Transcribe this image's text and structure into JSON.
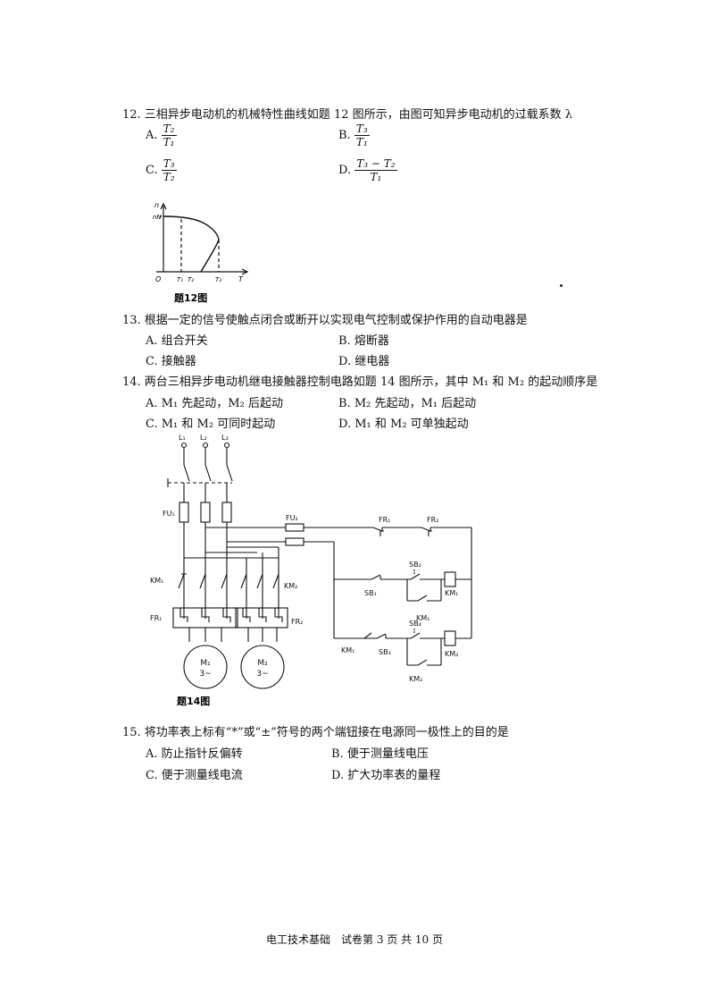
{
  "q12": {
    "stem": "12. 三相异步电动机的机械特性曲线如题 12 图所示，由图可知异步电动机的过载系数 λ",
    "options": [
      {
        "letter": "A.",
        "num": "T₂",
        "den": "T₁"
      },
      {
        "letter": "B.",
        "num": "T₃",
        "den": "T₁"
      },
      {
        "letter": "C.",
        "num": "T₃",
        "den": "T₂"
      },
      {
        "letter": "D.",
        "num": "T₃ − T₂",
        "den": "T₁"
      }
    ],
    "figure": {
      "caption": "题12图",
      "y_label": "n",
      "nN": "nN",
      "origin": "O",
      "t1": "T₁",
      "t2": "T₂",
      "t3": "T₃",
      "x_label": "T"
    }
  },
  "q13": {
    "stem": "13. 根据一定的信号使触点闭合或断开以实现电气控制或保护作用的自动电器是",
    "options": [
      "A. 组合开关",
      "B. 熔断器",
      "C. 接触器",
      "D. 继电器"
    ]
  },
  "q14": {
    "stem": "14. 两台三相异步电动机继电接触器控制电路如题 14 图所示，其中 M₁ 和 M₂ 的起动顺序是",
    "options": [
      "A. M₁ 先起动，M₂ 后起动",
      "B. M₂ 先起动，M₁ 后起动",
      "C. M₁ 和 M₂ 可同时起动",
      "D. M₁ 和 M₂ 可单独起动"
    ],
    "figure": {
      "caption": "题14图",
      "L1": "L₁",
      "L2": "L₂",
      "L3": "L₃",
      "FU1": "FU₁",
      "FU2": "FU₂",
      "KM1": "KM₁",
      "KM2": "KM₂",
      "FR1": "FR₁",
      "FR2": "FR₂",
      "M1": "M₁",
      "M2": "M₂",
      "phase": "3~",
      "SB1": "SB₁",
      "SB2": "SB₂",
      "SB3": "SB₃",
      "SB4": "SB₄"
    }
  },
  "q15": {
    "stem": "15. 将功率表上标有“*”或“±”符号的两个端钮接在电源同一极性上的目的是",
    "options": [
      "A. 防止指针反偏转",
      "B. 便于测量线电压",
      "C. 便于测量线电流",
      "D. 扩大功率表的量程"
    ]
  },
  "footer": "电工技术基础　试卷第 3 页 共 10 页"
}
